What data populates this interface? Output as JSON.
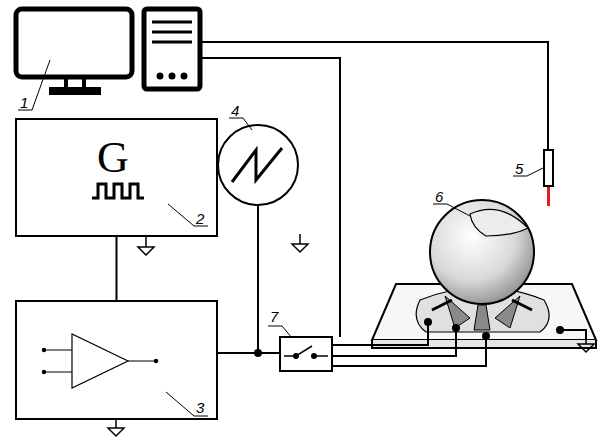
{
  "diagram": {
    "nodes": [
      {
        "text": [
          "G",
          "2"
        ]
      },
      {
        "text": [
          "3"
        ]
      }
    ],
    "edges": [
      {
        "from": 0,
        "to": 1,
        "arrow": "none"
      }
    ],
    "labels": [
      "1",
      "4",
      "5",
      "6",
      "7"
    ]
  }
}
